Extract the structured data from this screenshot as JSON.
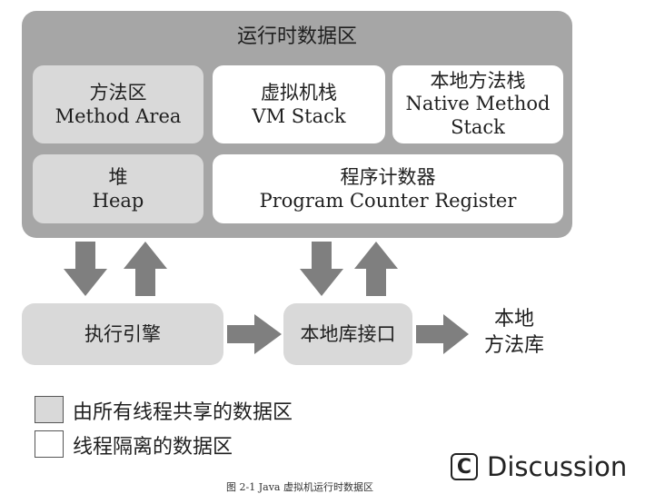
{
  "runtime_area": {
    "title": "运行时数据区"
  },
  "method_area": {
    "label_cn": "方法区",
    "label_en": "Method Area"
  },
  "vm_stack": {
    "label_cn": "虚拟机栈",
    "label_en": "VM Stack"
  },
  "native_method_stack": {
    "label_cn": "本地方法栈",
    "label_en_1": "Native Method",
    "label_en_2": "Stack"
  },
  "heap": {
    "label_cn": "堆",
    "label_en": "Heap"
  },
  "pc_register": {
    "label_cn": "程序计数器",
    "label_en": "Program Counter Register"
  },
  "execution_engine": {
    "label": "执行引擎"
  },
  "native_library_interface": {
    "label": "本地库接口"
  },
  "native_method_library": {
    "line1": "本地",
    "line2": "方法库"
  },
  "legend": {
    "shared": "由所有线程共享的数据区",
    "isolated": "线程隔离的数据区"
  },
  "watermark": {
    "icon": "C",
    "text": "Discussion"
  },
  "caption": "图 2-1   Java 虚拟机运行时数据区",
  "colors": {
    "runtime_bg": "#a6a6a6",
    "shared_bg": "#d9d9d9",
    "isolated_bg": "#ffffff",
    "arrow": "#7f7f7f"
  }
}
